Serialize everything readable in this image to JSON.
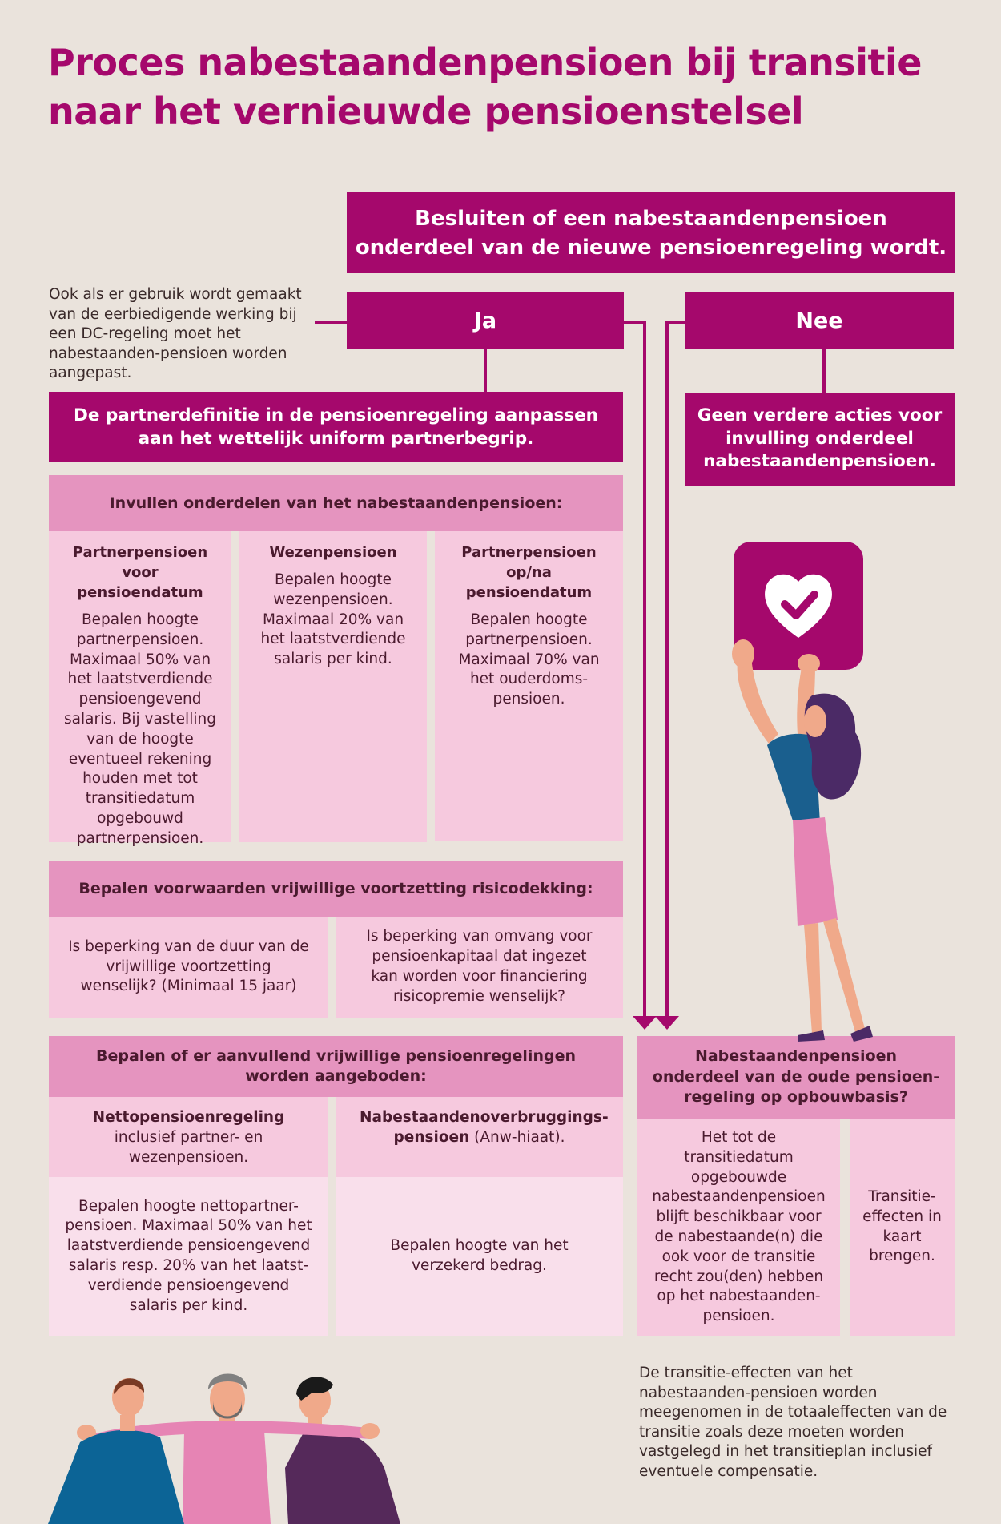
{
  "title": {
    "line1": "Proces nabestaandenpensioen bij transitie",
    "line2": "naar het vernieuwde pensioenstelsel"
  },
  "decision": {
    "line1": "Besluiten of een nabestaandenpensioen",
    "line2": "onderdeel van de nieuwe pensioenregeling wordt."
  },
  "side_note": "Ook als er gebruik wordt gemaakt van de eerbiedigende werking bij een DC-regeling moet het nabestaanden-pensioen worden aangepast.",
  "ja_label": "Ja",
  "nee_label": "Nee",
  "partner_definition": {
    "line1": "De partnerdefinitie in de pensioenregeling aanpassen",
    "line2": "aan het wettelijk uniform partnerbegrip."
  },
  "no_action": {
    "line1": "Geen verdere acties voor",
    "line2": "invulling onderdeel",
    "line3": "nabestaandenpensioen."
  },
  "section1": {
    "header": "Invullen onderdelen van het nabestaandenpensioen:",
    "columns": [
      {
        "title": "Partnerpensioen voor pensioendatum",
        "body": "Bepalen hoogte partnerpensioen. Maximaal 50% van het laatstverdiende pensioengevend salaris. Bij vastelling van de hoogte eventueel rekening houden met tot transitiedatum opgebouwd partnerpensioen."
      },
      {
        "title": "Wezenpensioen",
        "body": "Bepalen hoogte wezenpensioen. Maximaal 20% van het laatstverdiende salaris per kind."
      },
      {
        "title": "Partnerpensioen op/na pensioendatum",
        "body": "Bepalen hoogte partnerpensioen. Maximaal 70% van het ouderdoms-pensioen."
      }
    ]
  },
  "section2": {
    "header": "Bepalen voorwaarden vrijwillige voortzetting risicodekking:",
    "cells": [
      "Is beperking van de duur van de vrijwillige voortzetting wenselijk? (Minimaal 15 jaar)",
      "Is beperking van omvang voor pensioenkapitaal dat ingezet kan worden voor financiering risicopremie wenselijk?"
    ]
  },
  "section3": {
    "header_line1": "Bepalen of er aanvullend vrijwillige pensioenregelingen",
    "header_line2": "worden aangeboden:",
    "left_title": "Nettopensioenregeling",
    "left_subtitle": "inclusief partner- en wezenpensioen.",
    "right_title": "Nabestaandenoverbruggings-pensioen",
    "right_subtitle": "(Anw-hiaat).",
    "left_body": "Bepalen hoogte nettopartner-pensioen. Maximaal 50% van het laatstverdiende pensioengevend salaris resp. 20% van het laatst-verdiende pensioengevend salaris per kind.",
    "right_body": "Bepalen hoogte van het verzekerd bedrag."
  },
  "old_scheme": {
    "header_line1": "Nabestaandenpensioen",
    "header_line2": "onderdeel van de oude pensioen-",
    "header_line3": "regeling op opbouwbasis?",
    "left_body": "Het tot de transitiedatum opgebouwde nabestaandenpensioen blijft beschikbaar voor de nabestaande(n) die ook voor de transitie recht zou(den) hebben op het nabestaanden-pensioen.",
    "right_body": "Transitie-effecten in kaart brengen."
  },
  "bottom_note": "De transitie-effecten van het nabestaanden-pensioen worden meegenomen in de totaaleffecten van de transitie zoals deze moeten worden vastgelegd in het transitieplan inclusief eventuele compensatie.",
  "colors": {
    "magenta": "#a5086c",
    "pink_mid": "#e594bf",
    "pink_light": "#f6c9de",
    "pink_pale": "#f9dfeb",
    "background": "#eae3dc"
  }
}
